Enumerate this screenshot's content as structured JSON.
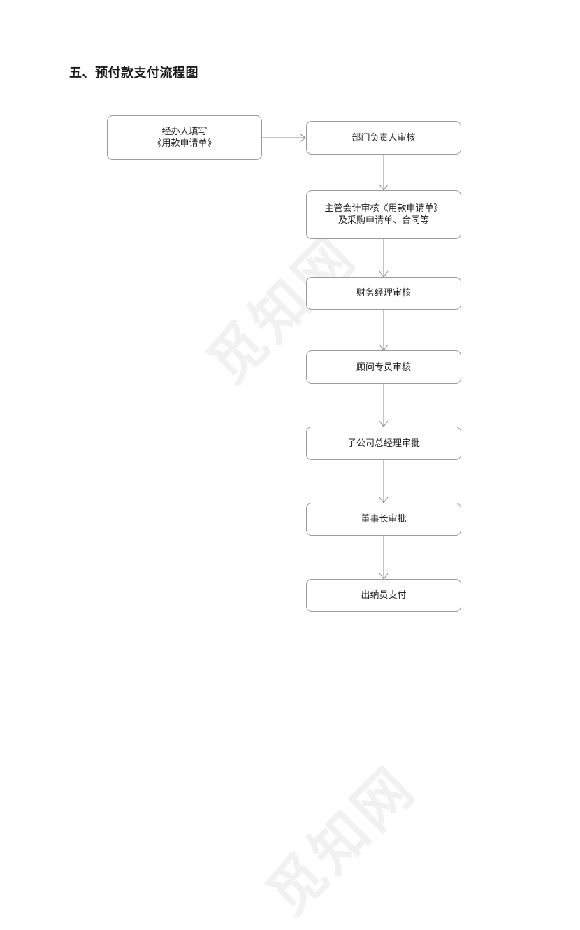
{
  "page": {
    "title": "五、预付款支付流程图",
    "watermark": "觅知网"
  },
  "flow": {
    "start": {
      "text": "经办人填写\n《用款申请单》"
    },
    "steps": [
      {
        "text": "部门负责人审核"
      },
      {
        "text": "主管会计审核《用款申请单》\n及采购申请单、合同等"
      },
      {
        "text": "财务经理审核"
      },
      {
        "text": "顾问专员审核"
      },
      {
        "text": "子公司总经理审批"
      },
      {
        "text": "董事长审批"
      },
      {
        "text": "出纳员支付"
      }
    ]
  },
  "colors": {
    "border": "#9a9a9a",
    "arrow": "#8a8a8a",
    "text": "#222222"
  }
}
